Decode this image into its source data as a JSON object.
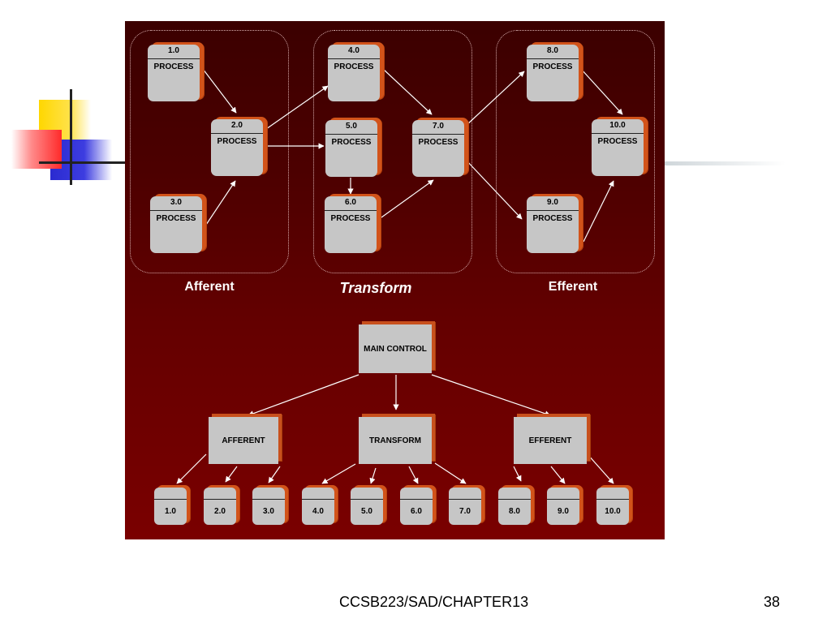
{
  "colors": {
    "panel": "#5a0000",
    "box": "#c6c6c6",
    "box_edge": "#d2531a",
    "wire": "#ffffff"
  },
  "groups": {
    "afferent": "Afferent",
    "transform": "Transform",
    "efferent": "Efferent"
  },
  "processes": [
    {
      "id": "p1",
      "num": "1.0",
      "label": "PROCESS"
    },
    {
      "id": "p2",
      "num": "2.0",
      "label": "PROCESS"
    },
    {
      "id": "p3",
      "num": "3.0",
      "label": "PROCESS"
    },
    {
      "id": "p4",
      "num": "4.0",
      "label": "PROCESS"
    },
    {
      "id": "p5",
      "num": "5.0",
      "label": "PROCESS"
    },
    {
      "id": "p6",
      "num": "6.0",
      "label": "PROCESS"
    },
    {
      "id": "p7",
      "num": "7.0",
      "label": "PROCESS"
    },
    {
      "id": "p8",
      "num": "8.0",
      "label": "PROCESS"
    },
    {
      "id": "p9",
      "num": "9.0",
      "label": "PROCESS"
    },
    {
      "id": "p10",
      "num": "10.0",
      "label": "PROCESS"
    }
  ],
  "structure": {
    "main": "MAIN CONTROL",
    "afferent": "AFFERENT",
    "transform": "TRANSFORM",
    "efferent": "EFFERENT",
    "leaves": [
      "1.0",
      "2.0",
      "3.0",
      "4.0",
      "5.0",
      "6.0",
      "7.0",
      "8.0",
      "9.0",
      "10.0"
    ]
  },
  "footer": {
    "course": "CCSB223/SAD/CHAPTER13",
    "page": "38"
  }
}
